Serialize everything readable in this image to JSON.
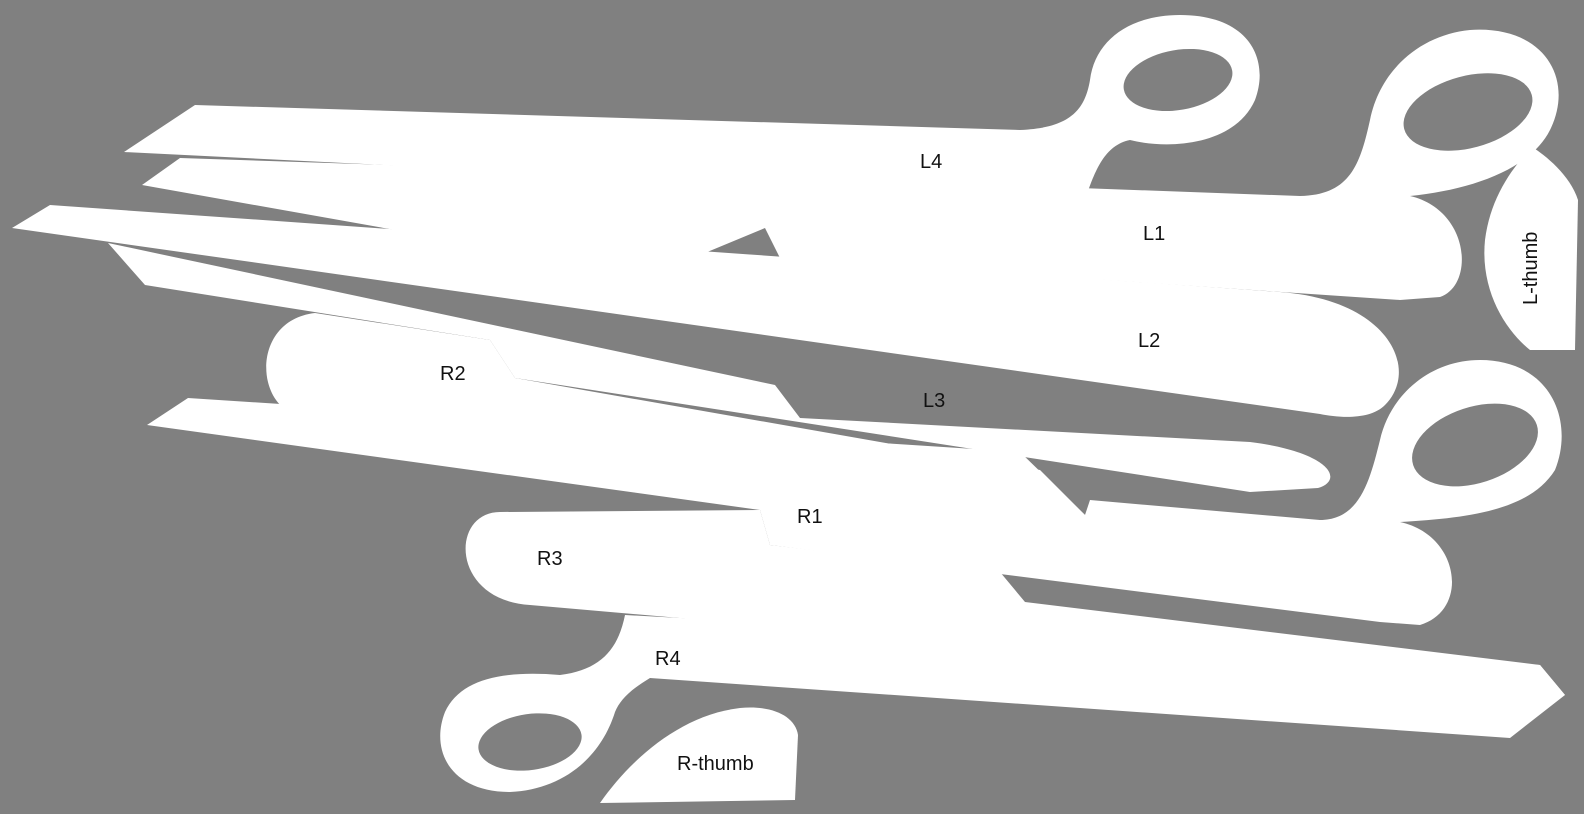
{
  "colors": {
    "background": "#808080",
    "piece": "#ffffff",
    "label": "#111111"
  },
  "pieces": [
    {
      "id": "L4",
      "label": "L4"
    },
    {
      "id": "L1",
      "label": "L1"
    },
    {
      "id": "L2",
      "label": "L2"
    },
    {
      "id": "L3",
      "label": "L3"
    },
    {
      "id": "R2",
      "label": "R2"
    },
    {
      "id": "R1",
      "label": "R1"
    },
    {
      "id": "R3",
      "label": "R3"
    },
    {
      "id": "R4",
      "label": "R4"
    },
    {
      "id": "L_thumb",
      "label": "L-thumb"
    },
    {
      "id": "R_thumb",
      "label": "R-thumb"
    }
  ]
}
